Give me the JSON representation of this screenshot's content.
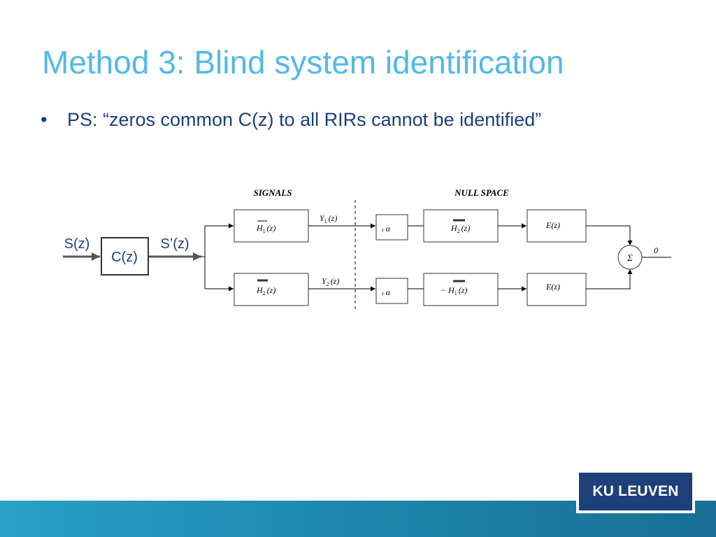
{
  "slide": {
    "title": "Method 3: Blind system identification",
    "bullet": "PS: “zeros common C(z) to all RIRs cannot be identified”"
  },
  "diagram": {
    "section_signals": "SIGNALS",
    "section_null_space": "NULL SPACE",
    "input_label": "S(z)",
    "common_block": "C(z)",
    "common_output_label": "S’(z)",
    "h1_symbol": "H",
    "h1_sub": "1",
    "h2_symbol": "H",
    "h2_sub": "2",
    "arg_z": "(z)",
    "y1_symbol": "Y",
    "y1_sub": "1",
    "y2_symbol": "Y",
    "y2_sub": "2",
    "scale_prefix": "z",
    "alpha_symbol": "α",
    "cross_top_symbol": "H",
    "cross_top_sub": "2",
    "cross_bottom_symbol": "− H",
    "cross_bottom_sub": "1",
    "filter_top": "E(z)",
    "filter_bottom": "E(z)",
    "sum_symbol": "Σ",
    "output_value": "0"
  },
  "brand": {
    "logo_text": "KU LEUVEN",
    "title_color": "#52b9e8",
    "text_color": "#1d3f7a",
    "footer_color": "#1d86ad"
  }
}
